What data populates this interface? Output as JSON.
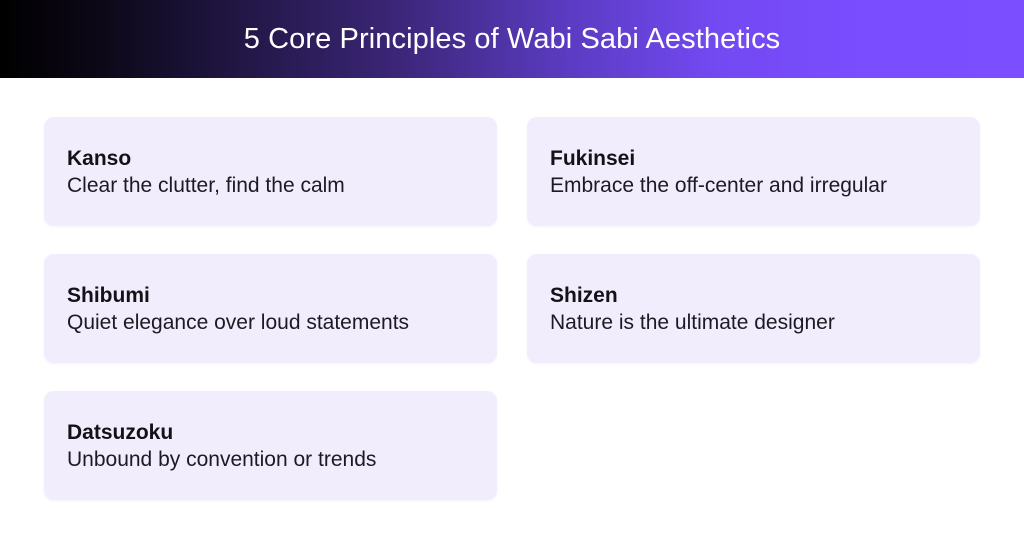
{
  "header": {
    "title": "5 Core Principles of Wabi Sabi Aesthetics",
    "gradient_start": "#000000",
    "gradient_end": "#7b4fff"
  },
  "colors": {
    "card_background": "#f1edfd",
    "text": "#141218"
  },
  "principles": [
    {
      "name": "Kanso",
      "description": "Clear the clutter, find the calm"
    },
    {
      "name": "Fukinsei",
      "description": "Embrace the off-center and irregular"
    },
    {
      "name": "Shibumi",
      "description": "Quiet elegance over loud statements"
    },
    {
      "name": "Shizen",
      "description": "Nature is the ultimate designer"
    },
    {
      "name": "Datsuzoku",
      "description": "Unbound by convention or trends"
    }
  ]
}
